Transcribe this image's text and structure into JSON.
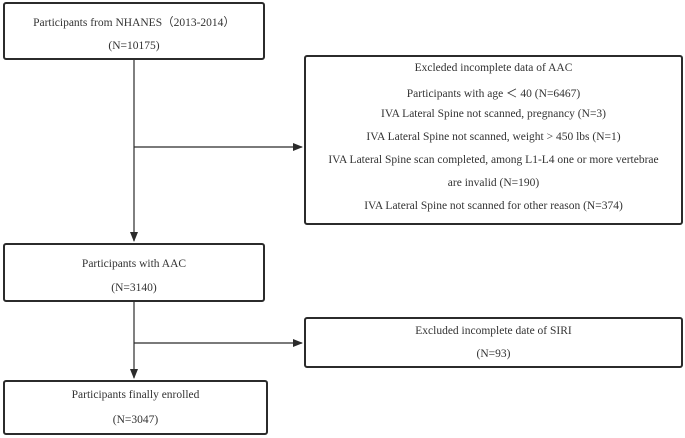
{
  "boxes": {
    "start": {
      "title": "Participants from NHANES（2013-2014）",
      "count": "(N=10175)"
    },
    "excluded_aac": {
      "lines": [
        "Excleded incomplete data of AAC",
        "Participants with age ＜ 40 (N=6467)",
        "IVA Lateral Spine not scanned, pregnancy (N=3)",
        "IVA Lateral Spine not scanned, weight > 450 lbs (N=1)",
        "IVA Lateral Spine scan completed, among L1-L4 one or more vertebrae",
        "are invalid (N=190)",
        "IVA Lateral Spine not scanned for other reason (N=374)"
      ]
    },
    "with_aac": {
      "title": "Participants with AAC",
      "count": "(N=3140)"
    },
    "excluded_siri": {
      "title": "Excluded incomplete date of SIRI",
      "count": "(N=93)"
    },
    "final": {
      "title": "Participants finally enrolled",
      "count": "(N=3047)"
    }
  },
  "colors": {
    "border": "#2b2b2b",
    "text": "#333333",
    "arrow": "#2b2b2b"
  }
}
